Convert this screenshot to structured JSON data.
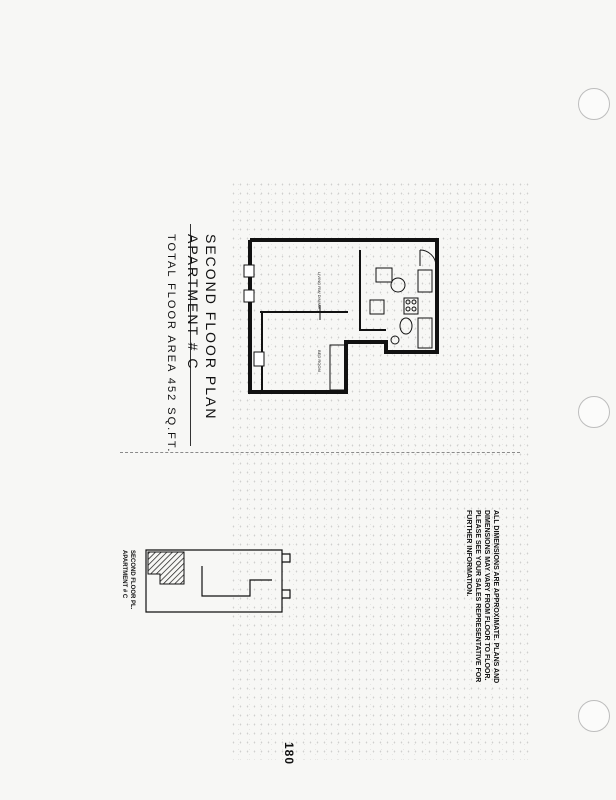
{
  "title": {
    "line1": "SECOND FLOOR PLAN",
    "line2": "APARTMENT # C",
    "area": "TOTAL FLOOR AREA 452 SQ.FT."
  },
  "rooms": {
    "living": "LIVING RM/ DINING",
    "bedroom": "BED ROOM"
  },
  "notice": "ALL DIMENSIONS ARE APPROXIMATE. PLANS AND DIMENSIONS MAY VARY FROM FLOOR TO FLOOR. PLEASE SEE YOUR SALES REPRESENTATIVE FOR FURTHER INFORMATION.",
  "key_plan": {
    "line1": "SECOND FLOOR PL.",
    "line2": "APARTMENT # C"
  },
  "page_number": "180"
}
